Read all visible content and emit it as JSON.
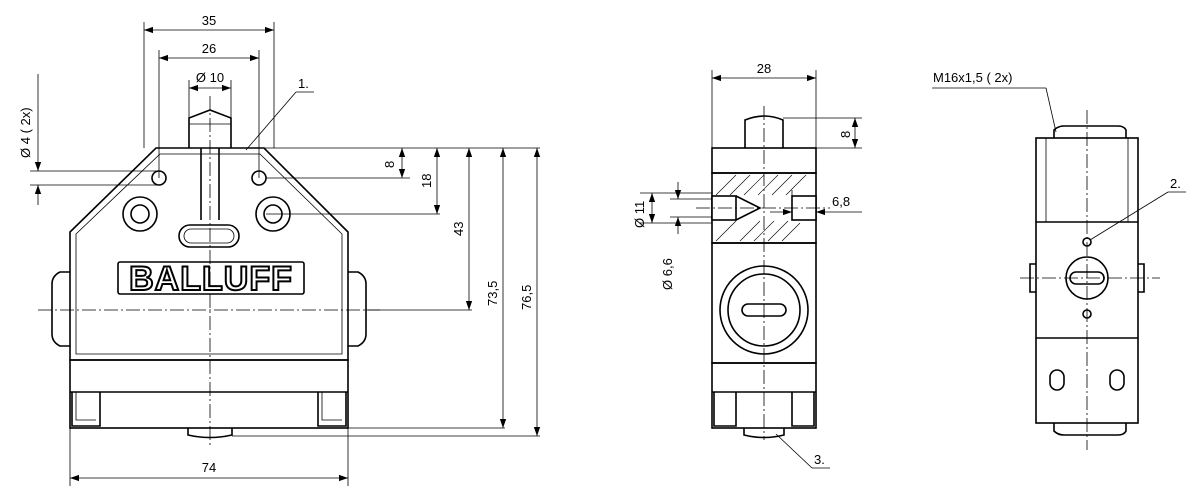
{
  "logo": {
    "text": "BALLUFF"
  },
  "callouts": {
    "c1": "1.",
    "c2": "2.",
    "c3": "3."
  },
  "front": {
    "d35": "35",
    "d26": "26",
    "d10": "Ø 10",
    "dhole": "Ø 4  ( 2x)",
    "d8": "8",
    "d18": "18",
    "d43": "43",
    "d73": "73,5",
    "d76": "76,5",
    "d74": "74"
  },
  "side": {
    "d28": "28",
    "d8": "8",
    "d11": "Ø 11",
    "d66": "Ø 6,6",
    "d68": "6,8"
  },
  "back": {
    "thread": "M16x1,5  ( 2x)"
  }
}
